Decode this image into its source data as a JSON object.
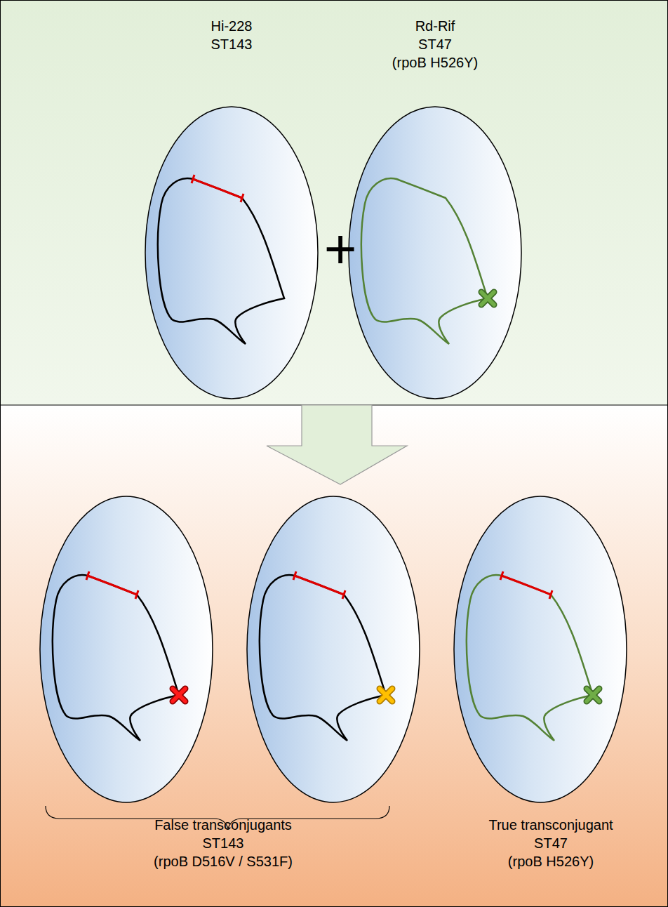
{
  "diagram": {
    "nodes": [
      {
        "text": [
          "Hi-228",
          "ST143"
        ]
      },
      {
        "text": [
          "Rd-Rif",
          "ST47",
          "(rpoB H526Y)"
        ]
      },
      {
        "text": [
          "True transconjugant",
          "ST47",
          "(rpoB H526Y)"
        ]
      }
    ],
    "labels": [
      "+",
      "False transconjugants",
      "ST143",
      "(rpoB D516V / S531F)"
    ]
  }
}
